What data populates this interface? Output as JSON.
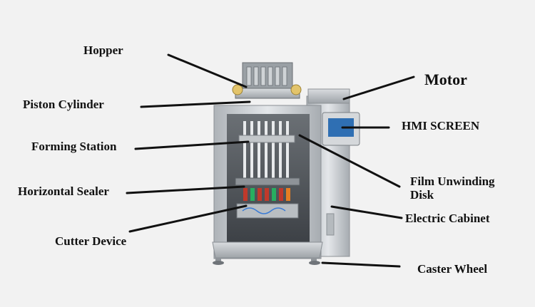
{
  "labels": {
    "hopper": "Hopper",
    "piston_cylinder": "Piston Cylinder",
    "forming_station": "Forming Station",
    "horizontal_sealer": "Horizontal Sealer",
    "cutter_device": "Cutter Device",
    "motor": "Motor",
    "hmi_screen": "HMI SCREEN",
    "film_unwinding_line1": "Film Unwinding",
    "film_unwinding_line2": "Disk",
    "electric_cabinet": "Electric Cabinet",
    "caster_wheel": "Caster Wheel"
  },
  "colors": {
    "background": "#f2f2f2",
    "text": "#111111",
    "machine_steel": "#c9cdd1",
    "machine_dark": "#4a4e52",
    "sachet_red": "#c0392b",
    "sachet_green": "#27ae60",
    "hmi_blue": "#2f6fb3"
  }
}
